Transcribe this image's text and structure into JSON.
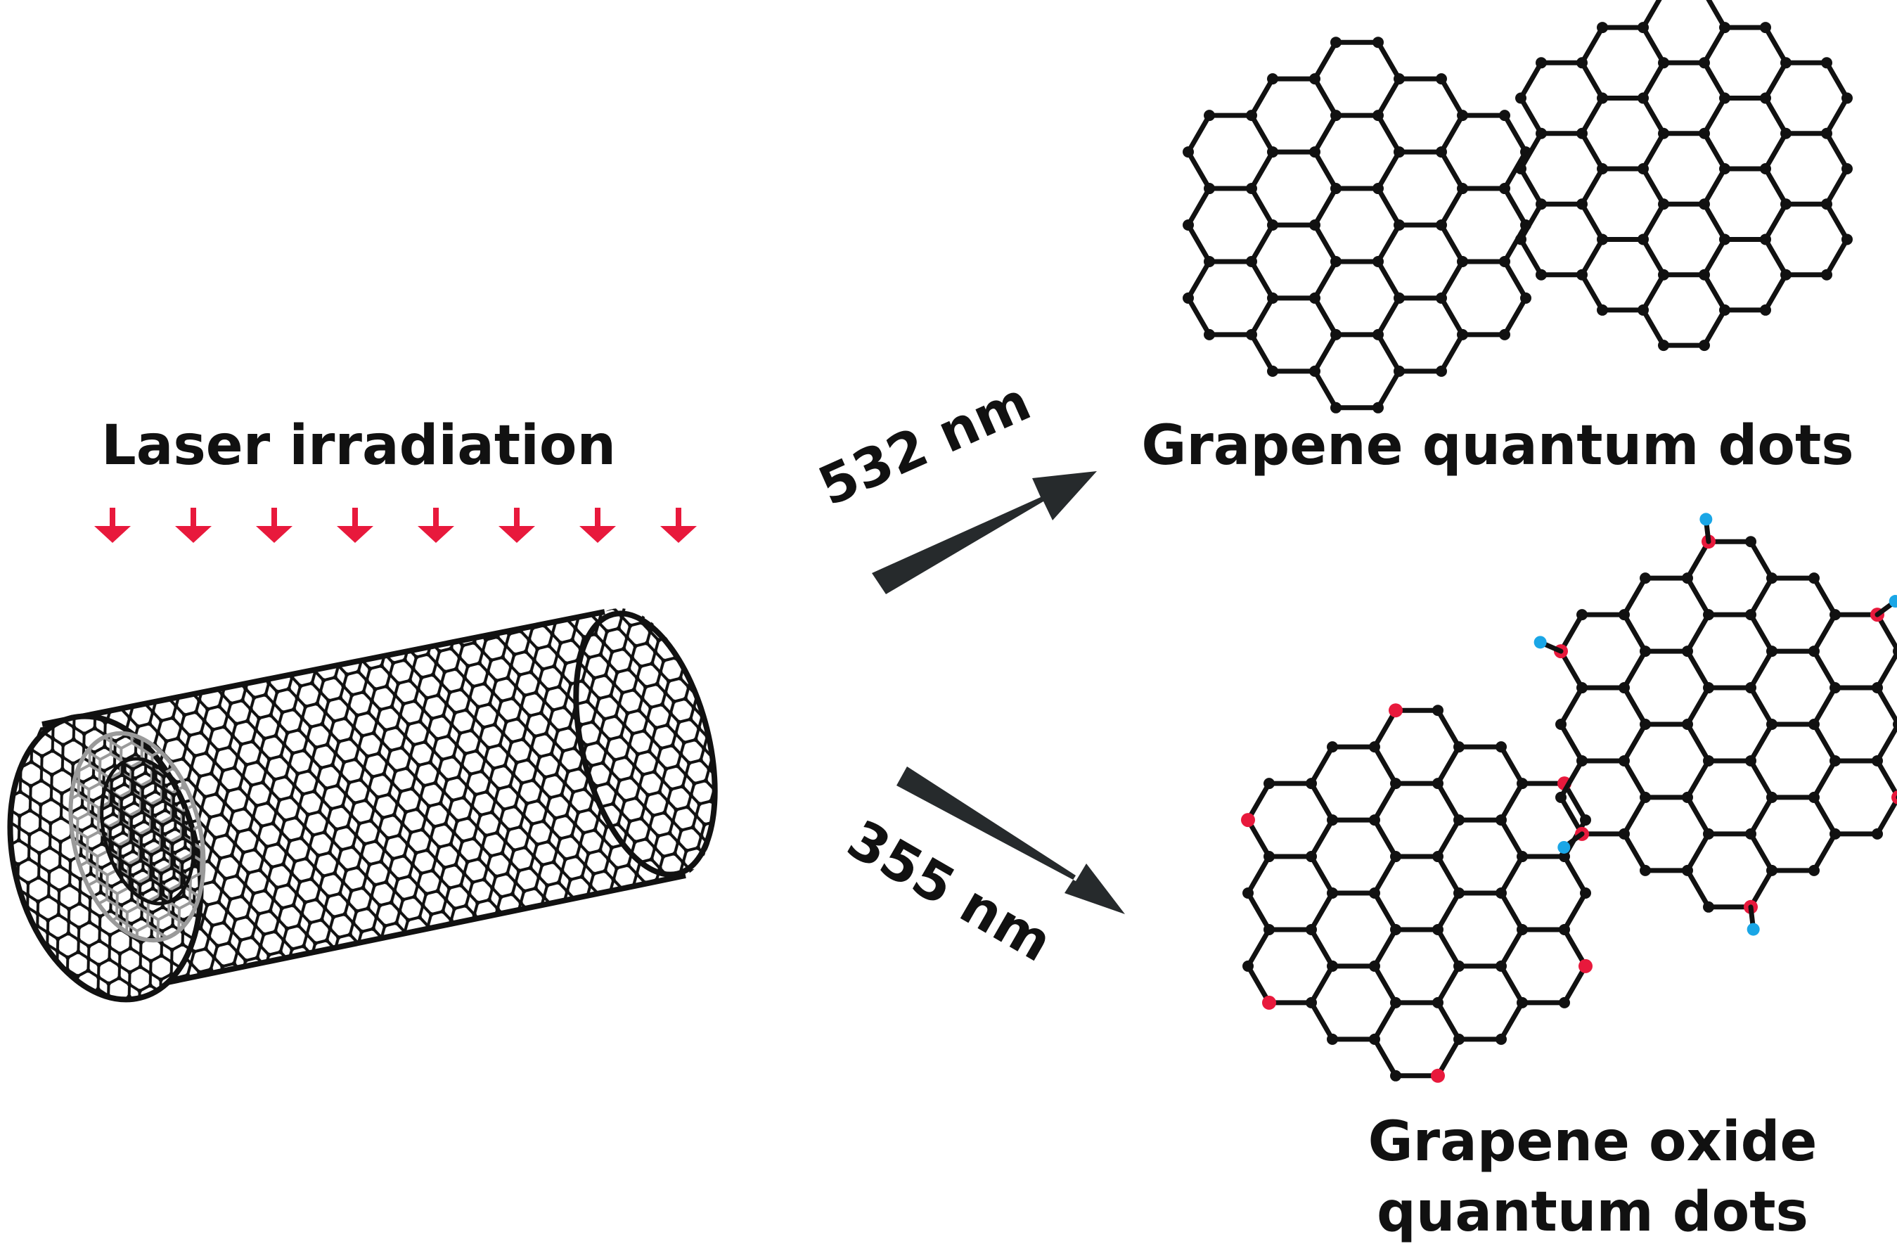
{
  "labels": {
    "laser": "Laser irradiation",
    "wavelength_top": "532 nm",
    "wavelength_bottom": "355 nm",
    "gqd": "Grapene quantum dots",
    "goqd_line1": "Grapene oxide",
    "goqd_line2": "quantum dots"
  },
  "colors": {
    "laser_arrow": "#e8193c",
    "carbon": "#111111",
    "oxygen": "#e8193c",
    "hydrogen": "#1aa6e6",
    "process_arrow": "#262a2c",
    "tube_inner": "#9a9a9a"
  },
  "icons": {
    "laser_arrow": "down-arrow-icon",
    "process_arrow": "thick-arrow-icon"
  },
  "laser_arrow_count": 8
}
